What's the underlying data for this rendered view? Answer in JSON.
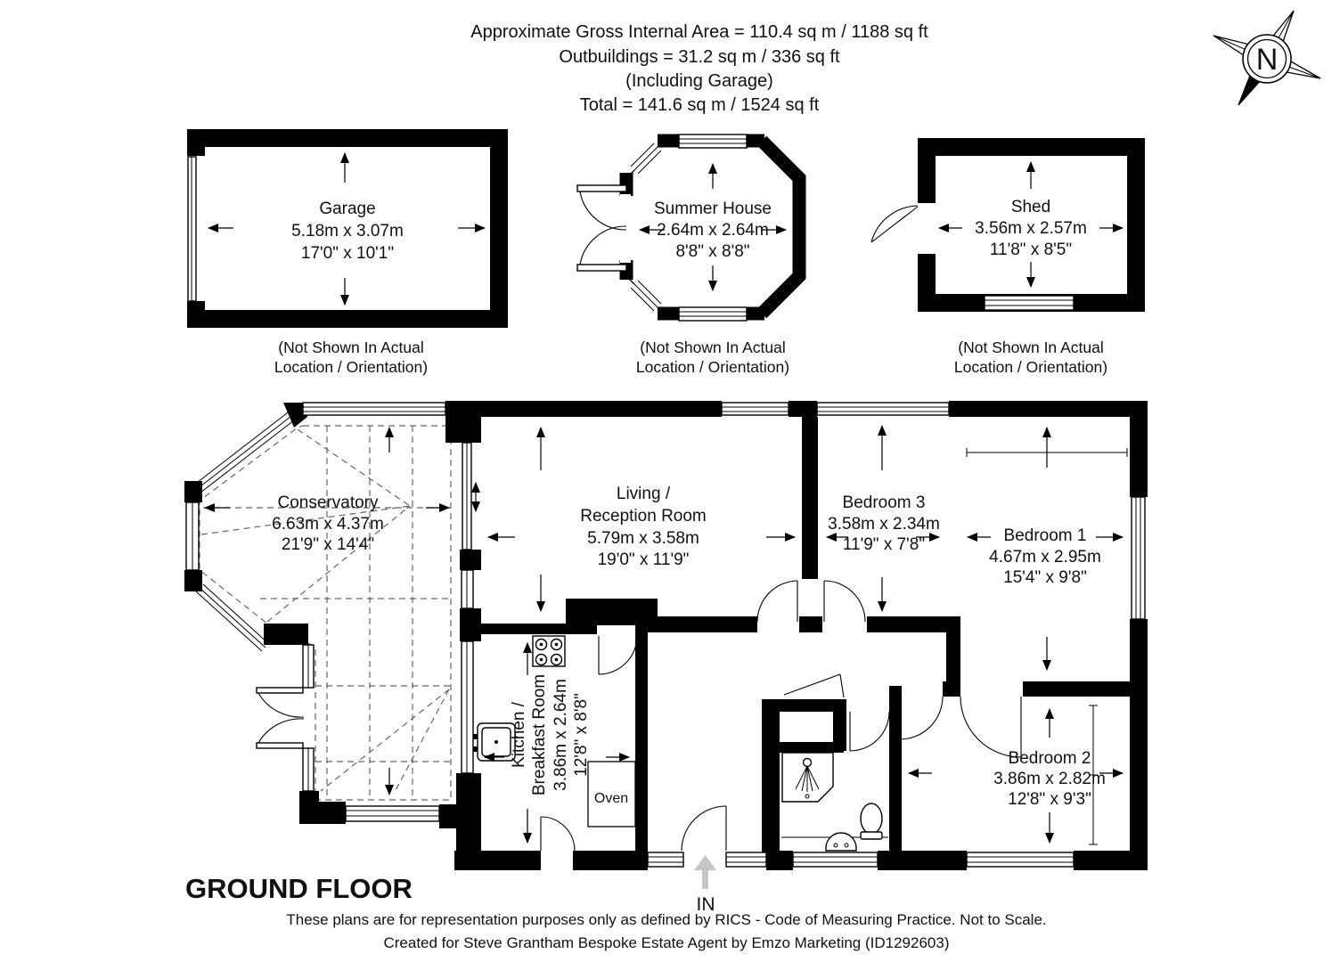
{
  "header": {
    "line1": "Approximate Gross Internal Area = 110.4 sq m / 1188 sq ft",
    "line2": "Outbuildings = 31.2 sq m / 336 sq ft",
    "line3": "(Including Garage)",
    "line4": "Total = 141.6 sq m / 1524 sq ft"
  },
  "compass": {
    "label": "N"
  },
  "outbuildings": {
    "garage": {
      "name": "Garage",
      "metric": "5.18m x 3.07m",
      "imperial": "17'0\" x 10'1\""
    },
    "summer_house": {
      "name": "Summer House",
      "metric": "2.64m x 2.64m",
      "imperial": "8'8\" x 8'8\""
    },
    "shed": {
      "name": "Shed",
      "metric": "3.56m x 2.57m",
      "imperial": "11'8\" x 8'5\""
    },
    "note_line1": "(Not Shown In Actual",
    "note_line2": "Location / Orientation)"
  },
  "rooms": {
    "conservatory": {
      "name": "Conservatory",
      "metric": "6.63m x 4.37m",
      "imperial": "21'9\" x 14'4\""
    },
    "living": {
      "name_line1": "Living /",
      "name_line2": "Reception Room",
      "metric": "5.79m x 3.58m",
      "imperial": "19'0\" x 11'9\""
    },
    "bedroom3": {
      "name": "Bedroom 3",
      "metric": "3.58m x 2.34m",
      "imperial": "11'9\" x 7'8\""
    },
    "bedroom1": {
      "name": "Bedroom 1",
      "metric": "4.67m x 2.95m",
      "imperial": "15'4\" x 9'8\""
    },
    "bedroom2": {
      "name": "Bedroom 2",
      "metric": "3.86m x 2.82m",
      "imperial": "12'8\" x 9'3\""
    },
    "kitchen": {
      "name_line1": "Kitchen /",
      "name_line2": "Breakfast Room",
      "metric": "3.86m x 2.64m",
      "imperial": "12'8\" x 8'8\""
    },
    "oven_label": "Oven"
  },
  "floor": {
    "title": "GROUND FLOOR",
    "entrance_label": "IN"
  },
  "footer": {
    "line1": "These plans are for representation purposes only as defined by RICS - Code of Measuring Practice. Not to Scale.",
    "line2": "Created for Steve Grantham Bespoke Estate Agent by Emzo Marketing (ID1292603)"
  },
  "colors": {
    "wall": "#000000",
    "background": "#ffffff",
    "entrance_arrow": "#c6c6c6"
  }
}
